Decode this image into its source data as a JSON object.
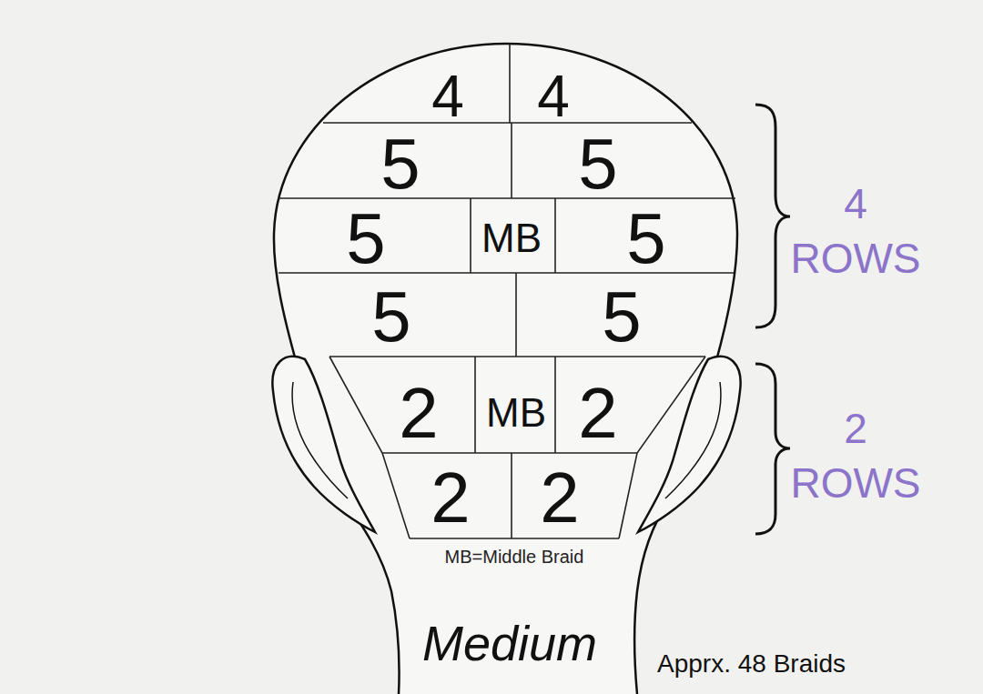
{
  "diagram": {
    "title": "Medium",
    "nodes": [
      {
        "text": [
          "4"
        ]
      },
      {
        "text": [
          "4"
        ]
      },
      {
        "text": [
          "5"
        ]
      },
      {
        "text": [
          "5"
        ]
      },
      {
        "text": [
          "5"
        ]
      },
      {
        "text": [
          "MB"
        ]
      },
      {
        "text": [
          "5"
        ]
      },
      {
        "text": [
          "5"
        ]
      },
      {
        "text": [
          "5"
        ]
      },
      {
        "text": [
          "2"
        ]
      },
      {
        "text": [
          "MB"
        ]
      },
      {
        "text": [
          "2"
        ]
      },
      {
        "text": [
          "2"
        ]
      },
      {
        "text": [
          "2"
        ]
      }
    ],
    "labels": [
      "MB=Middle Braid",
      "4 ROWS",
      "2 ROWS",
      "Apprx. 48 Braids"
    ]
  }
}
